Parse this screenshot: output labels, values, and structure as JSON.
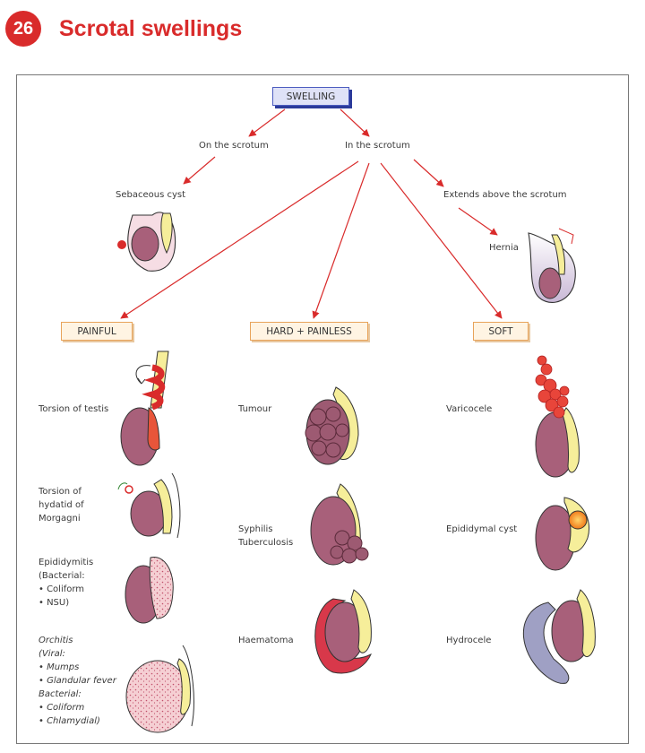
{
  "header": {
    "chapter_number": "26",
    "title": "Scrotal swellings"
  },
  "diagram": {
    "root": "SWELLING",
    "branches": {
      "on_scrotum": "On the scrotum",
      "in_scrotum": "In the scrotum",
      "above": "Extends above the scrotum",
      "sebaceous": "Sebaceous cyst",
      "hernia": "Hernia"
    },
    "categories": {
      "painful": "PAINFUL",
      "hard": "HARD + PAINLESS",
      "soft": "SOFT"
    },
    "painful": {
      "torsion_testis": "Torsion of testis",
      "torsion_hydatid": [
        "Torsion of",
        "hydatid of",
        "Morgagni"
      ],
      "epididymitis": [
        "Epididymitis",
        "(Bacterial:",
        "• Coliform",
        "• NSU)"
      ],
      "orchitis": [
        "Orchitis",
        "(Viral:",
        "• Mumps",
        "• Glandular fever",
        "Bacterial:",
        "• Coliform",
        "• Chlamydial)"
      ]
    },
    "hard": {
      "tumour": "Tumour",
      "syphilis": [
        "Syphilis",
        "Tuberculosis"
      ],
      "haematoma": "Haematoma"
    },
    "soft": {
      "varicocele": "Varicocele",
      "epididymal_cyst": "Epididymal cyst",
      "hydrocele": "Hydrocele"
    },
    "colors": {
      "accent_red": "#d92b2b",
      "testis": "#a8607a",
      "epididymis": "#f6ee9a",
      "scrotum_pink": "#f6dde4",
      "fluid": "#9fa0c4",
      "box_border": "#e8a35a",
      "root_box": "#4b5bbf"
    }
  }
}
